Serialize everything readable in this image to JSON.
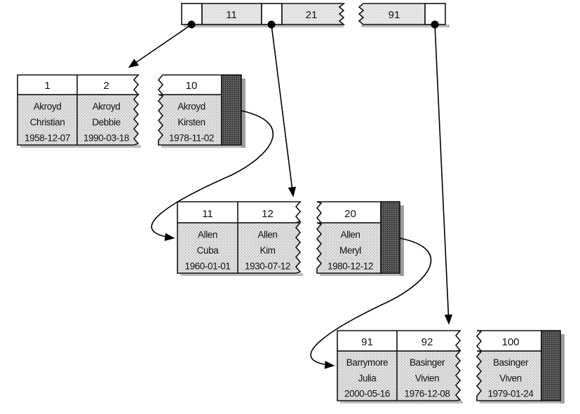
{
  "title": "B-Tree index with leaf nodes linked in order",
  "colors": {
    "header_fill": "#ffffff",
    "row_fill": "#d9d9d9",
    "key_fill": "#e3e3e3",
    "pointer_fill": "#4a4a4a",
    "line": "#111111"
  },
  "root": {
    "keys": [
      "11",
      "21",
      "91"
    ]
  },
  "leaves": [
    {
      "name": "leaf-akroyd",
      "entries": [
        {
          "key": "1",
          "last": "Akroyd",
          "first": "Christian",
          "dob": "1958-12-07"
        },
        {
          "key": "2",
          "last": "Akroyd",
          "first": "Debbie",
          "dob": "1990-03-18"
        },
        {
          "key": "10",
          "last": "Akroyd",
          "first": "Kirsten",
          "dob": "1978-11-02"
        }
      ]
    },
    {
      "name": "leaf-allen",
      "entries": [
        {
          "key": "11",
          "last": "Allen",
          "first": "Cuba",
          "dob": "1960-01-01"
        },
        {
          "key": "12",
          "last": "Allen",
          "first": "Kim",
          "dob": "1930-07-12"
        },
        {
          "key": "20",
          "last": "Allen",
          "first": "Meryl",
          "dob": "1980-12-12"
        }
      ]
    },
    {
      "name": "leaf-barrymore-basinger",
      "entries": [
        {
          "key": "91",
          "last": "Barrymore",
          "first": "Julia",
          "dob": "2000-05-16"
        },
        {
          "key": "92",
          "last": "Basinger",
          "first": "Vivien",
          "dob": "1976-12-08"
        },
        {
          "key": "100",
          "last": "Basinger",
          "first": "Viven",
          "dob": "1979-01-24"
        }
      ]
    }
  ],
  "edges": [
    {
      "from": "root-pointer-1",
      "to": "leaf-akroyd",
      "type": "child"
    },
    {
      "from": "root-pointer-2",
      "to": "leaf-allen",
      "type": "child"
    },
    {
      "from": "root-pointer-3",
      "to": "leaf-barrymore-basinger",
      "type": "child"
    },
    {
      "from": "leaf-akroyd",
      "to": "leaf-allen",
      "type": "next-leaf"
    },
    {
      "from": "leaf-allen",
      "to": "leaf-barrymore-basinger",
      "type": "next-leaf"
    }
  ]
}
